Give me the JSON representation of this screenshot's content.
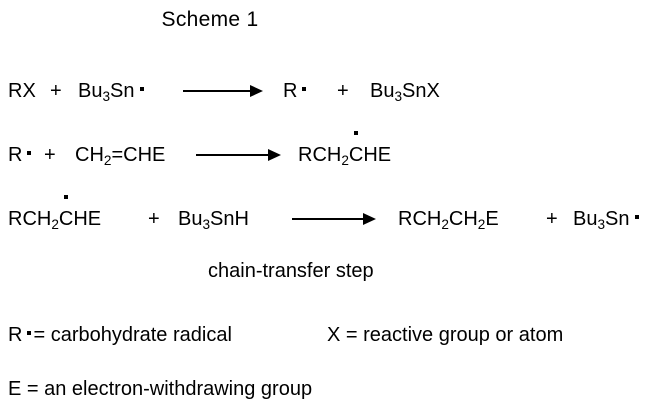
{
  "title": "Scheme 1",
  "colors": {
    "background": "#ffffff",
    "foreground": "#000000"
  },
  "reactions": [
    {
      "id": "initiation-halogen-abstraction",
      "reactant_1": "RX",
      "plus_1": "+",
      "reactant_2_text": "Bu",
      "reactant_2_sub": "3",
      "reactant_2_tail": "Sn",
      "reactant_2_radical": true,
      "arrow": "reaction-arrow",
      "product_1": "R",
      "product_1_radical": true,
      "plus_2": "+",
      "product_2_text": "Bu",
      "product_2_sub": "3",
      "product_2_tail": "SnX"
    },
    {
      "id": "radical-addition-to-alkene",
      "reactant_1": "R",
      "reactant_1_radical": true,
      "plus_1": "+",
      "reactant_2_head": "CH",
      "reactant_2_sub": "2",
      "reactant_2_tail": "=CHE",
      "arrow": "reaction-arrow",
      "product_head": "RCH",
      "product_sub": "2",
      "product_radical_atom": "C",
      "product_tail": "HE"
    },
    {
      "id": "chain-transfer",
      "reactant_1_head": "RCH",
      "reactant_1_sub": "2",
      "reactant_1_radical_atom": "C",
      "reactant_1_tail": "HE",
      "plus_1": "+",
      "reactant_2_text": "Bu",
      "reactant_2_sub": "3",
      "reactant_2_tail": "SnH",
      "arrow": "reaction-arrow",
      "product_1_head": "RCH",
      "product_1_sub_a": "2",
      "product_1_mid": "CH",
      "product_1_sub_b": "2",
      "product_1_tail": "E",
      "plus_2": "+",
      "product_2_text": "Bu",
      "product_2_sub": "3",
      "product_2_tail": "Sn",
      "product_2_radical": true
    }
  ],
  "step_caption": "chain-transfer step",
  "legend": {
    "radical_symbol": "R",
    "radical_definition": "= carbohydrate radical",
    "x_definition": "X = reactive group or atom",
    "e_definition": "E = an electron-withdrawing group"
  }
}
